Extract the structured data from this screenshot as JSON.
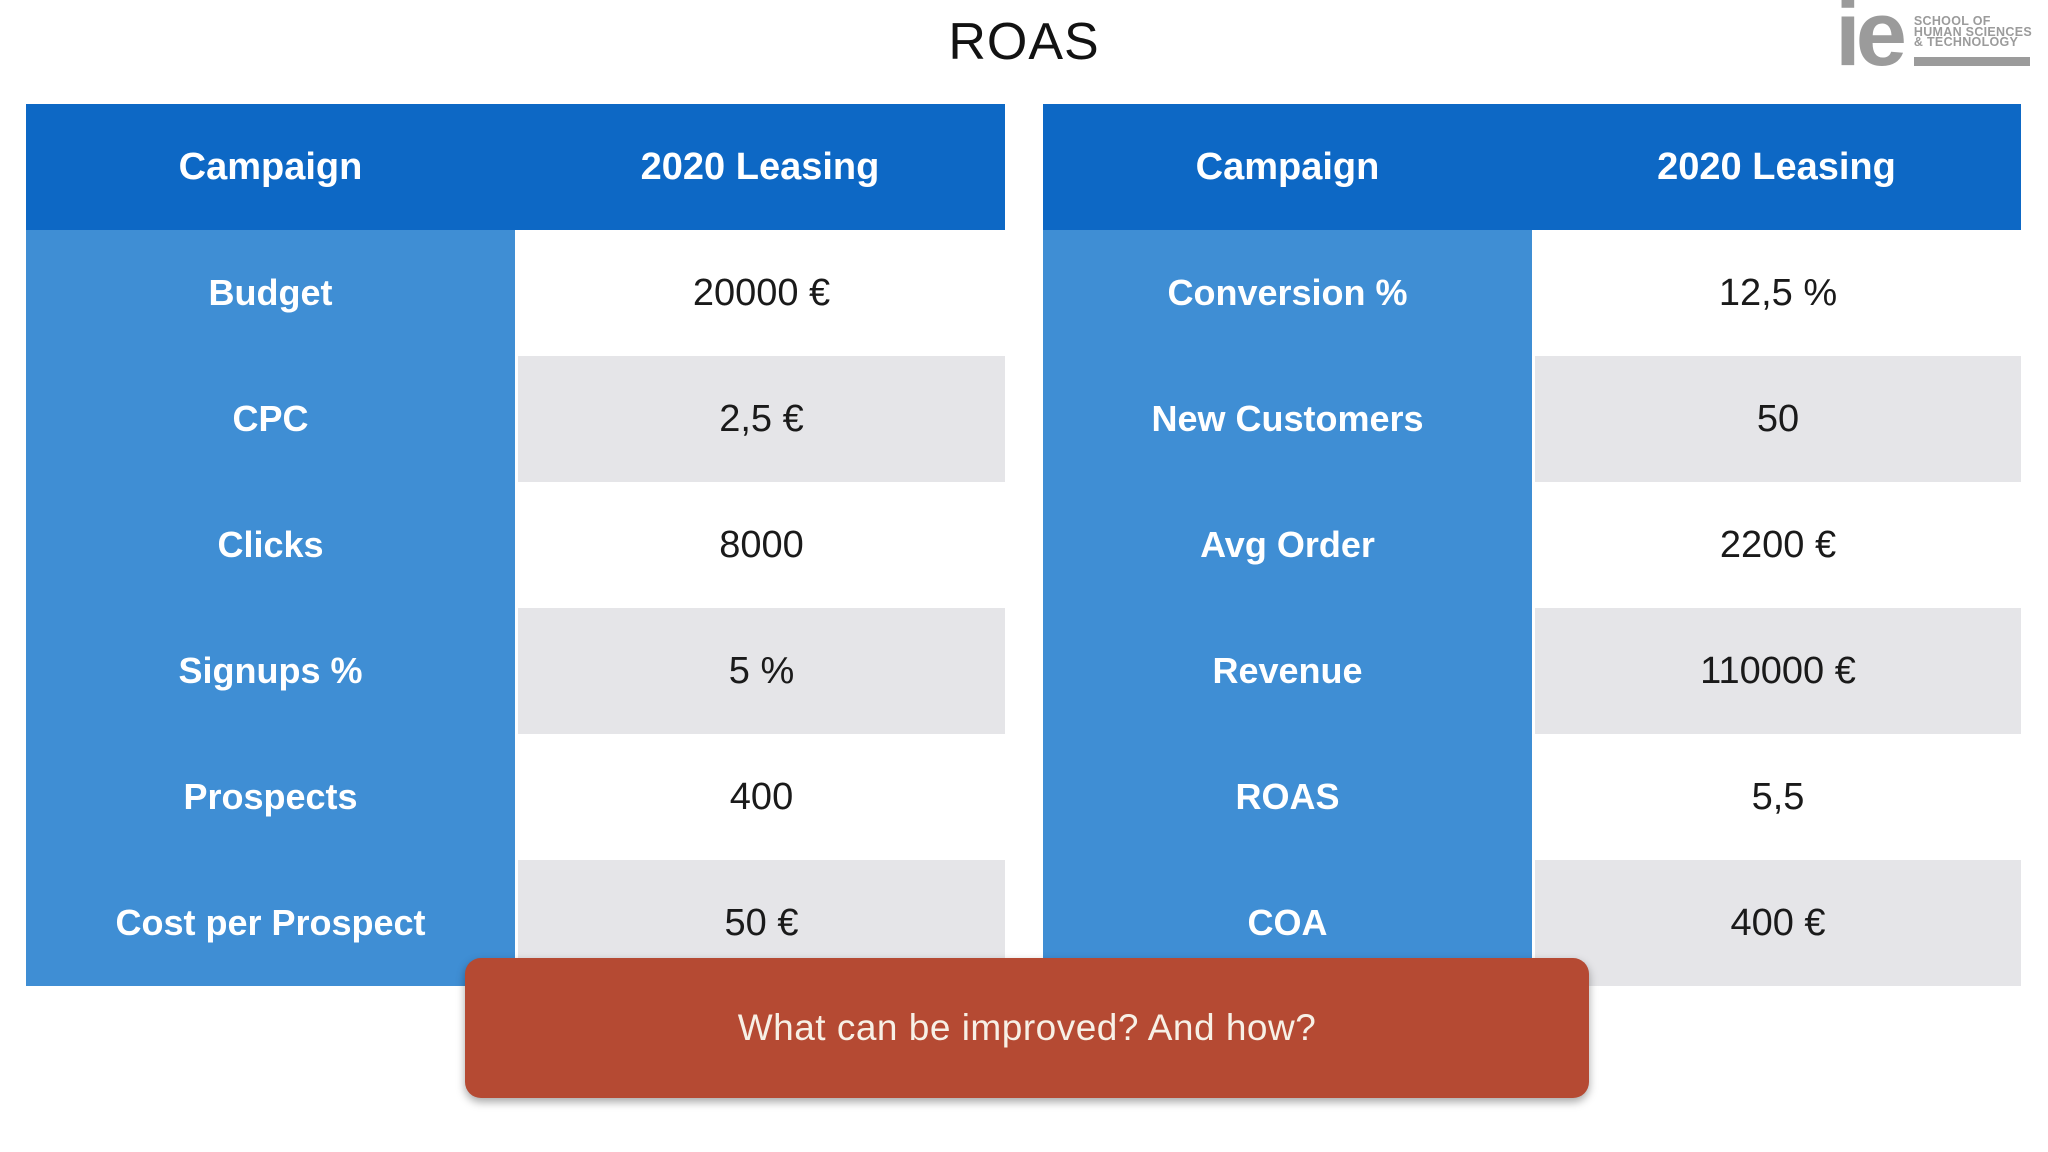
{
  "title": "ROAS",
  "logo": {
    "mark": "ie",
    "lines": [
      "SCHOOL OF",
      "HUMAN SCIENCES",
      "& TECHNOLOGY"
    ]
  },
  "tables": [
    {
      "header": {
        "metric": "Campaign",
        "value": "2020 Leasing"
      },
      "rows": [
        {
          "metric": "Budget",
          "value": "20000 €"
        },
        {
          "metric": "CPC",
          "value": "2,5 €"
        },
        {
          "metric": "Clicks",
          "value": "8000"
        },
        {
          "metric": "Signups %",
          "value": "5 %"
        },
        {
          "metric": "Prospects",
          "value": "400"
        },
        {
          "metric": "Cost per Prospect",
          "value": "50 €"
        }
      ]
    },
    {
      "header": {
        "metric": "Campaign",
        "value": "2020 Leasing"
      },
      "rows": [
        {
          "metric": "Conversion %",
          "value": "12,5 %"
        },
        {
          "metric": "New Customers",
          "value": "50"
        },
        {
          "metric": "Avg Order",
          "value": "2200 €"
        },
        {
          "metric": "Revenue",
          "value": "110000 €"
        },
        {
          "metric": "ROAS",
          "value": "5,5"
        },
        {
          "metric": "COA",
          "value": "400 €"
        }
      ]
    }
  ],
  "banner": {
    "text": "What can be improved? And how?"
  },
  "colors": {
    "header_blue": "#0d68c5",
    "label_blue": "#3f8ed4",
    "row_gray": "#e5e5e8",
    "banner_red": "#b54a33",
    "banner_text": "#f7f0e6",
    "logo_gray": "#9b9b9b"
  }
}
